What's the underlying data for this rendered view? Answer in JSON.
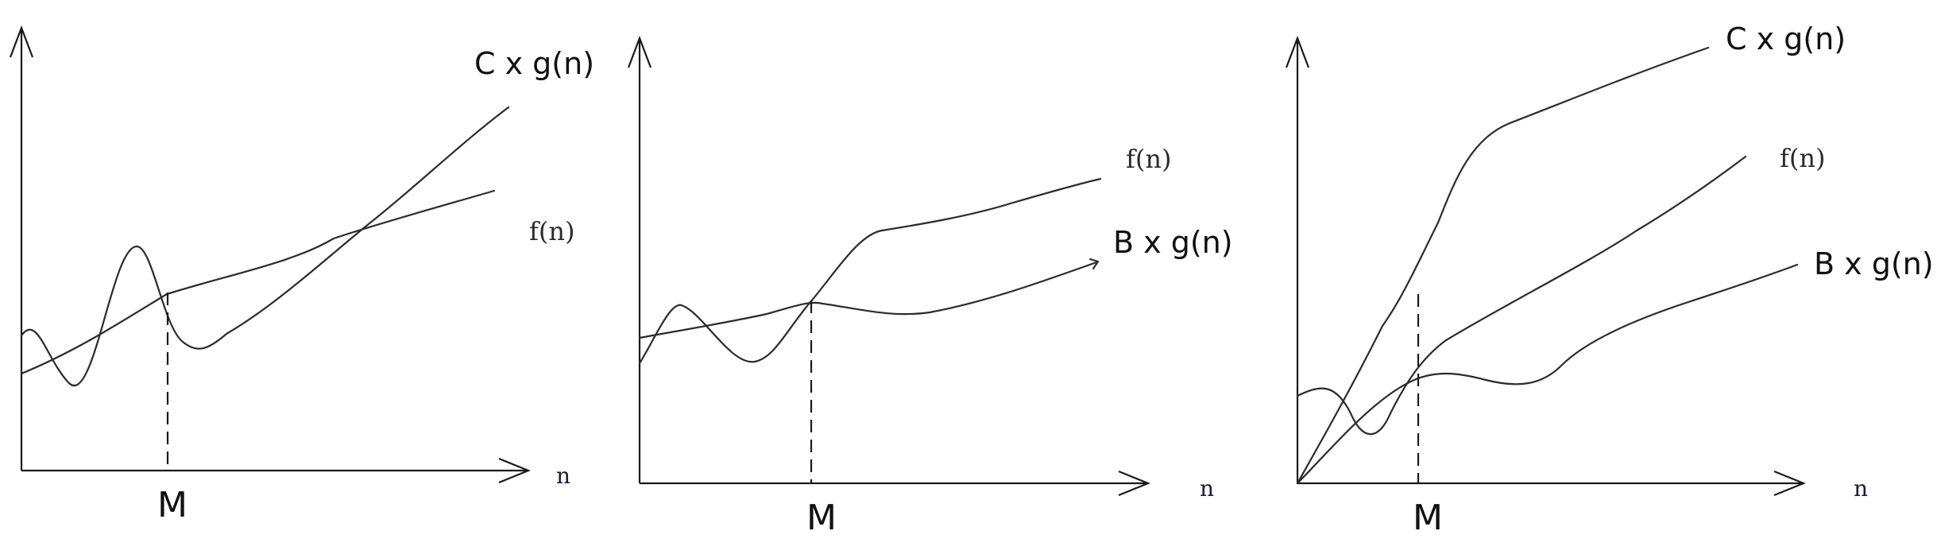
{
  "panels": [
    {
      "upper_label": "C x g(n)",
      "lower_label": "f(n)",
      "x_axis_label": "n",
      "threshold_label": "M"
    },
    {
      "upper_label": "f(n)",
      "lower_label": "B x g(n)",
      "x_axis_label": "n",
      "threshold_label": "M"
    },
    {
      "top_label": "C x g(n)",
      "middle_label": "f(n)",
      "bottom_label": "B x g(n)",
      "x_axis_label": "n",
      "threshold_label": "M"
    }
  ]
}
